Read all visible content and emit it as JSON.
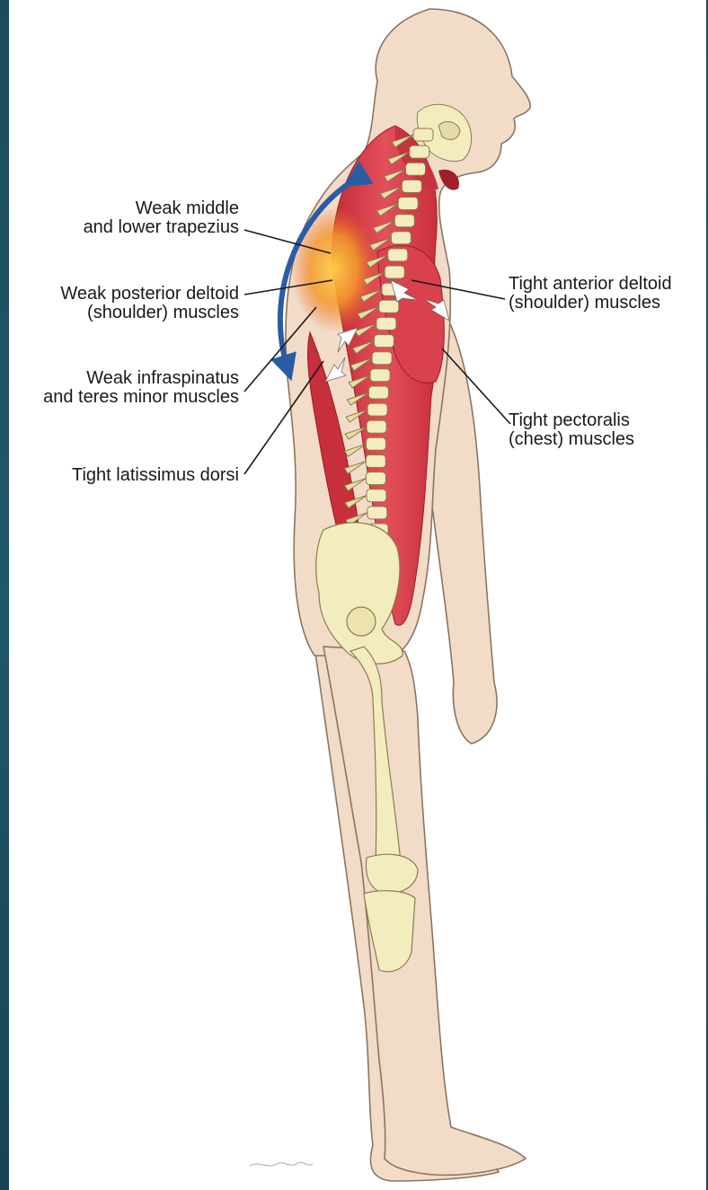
{
  "labels": {
    "weak_trapezius": [
      "Weak middle",
      "and lower trapezius"
    ],
    "weak_posterior_deltoid": [
      "Weak posterior deltoid",
      "(shoulder) muscles"
    ],
    "weak_infraspinatus": [
      "Weak infraspinatus",
      "and teres minor muscles"
    ],
    "tight_latissimus": [
      "Tight latissimus dorsi"
    ],
    "tight_anterior_deltoid": [
      "Tight anterior deltoid",
      "(shoulder) muscles"
    ],
    "tight_pectoralis": [
      "Tight pectoralis",
      "(chest) muscles"
    ]
  },
  "colors": {
    "skin": "#f2dcc8",
    "skin_outline": "#8a7564",
    "bone": "#f3ecbf",
    "muscle": "#dc3f4b",
    "muscle_dark": "#b0222e",
    "weak_orange": "#f08a2a",
    "posture_arrow": "#2a5ca6",
    "background": "#1d5061"
  },
  "icons": {
    "posture_arrow": "double-headed-curved-arrow",
    "compression_arrows": "white-arrows"
  }
}
